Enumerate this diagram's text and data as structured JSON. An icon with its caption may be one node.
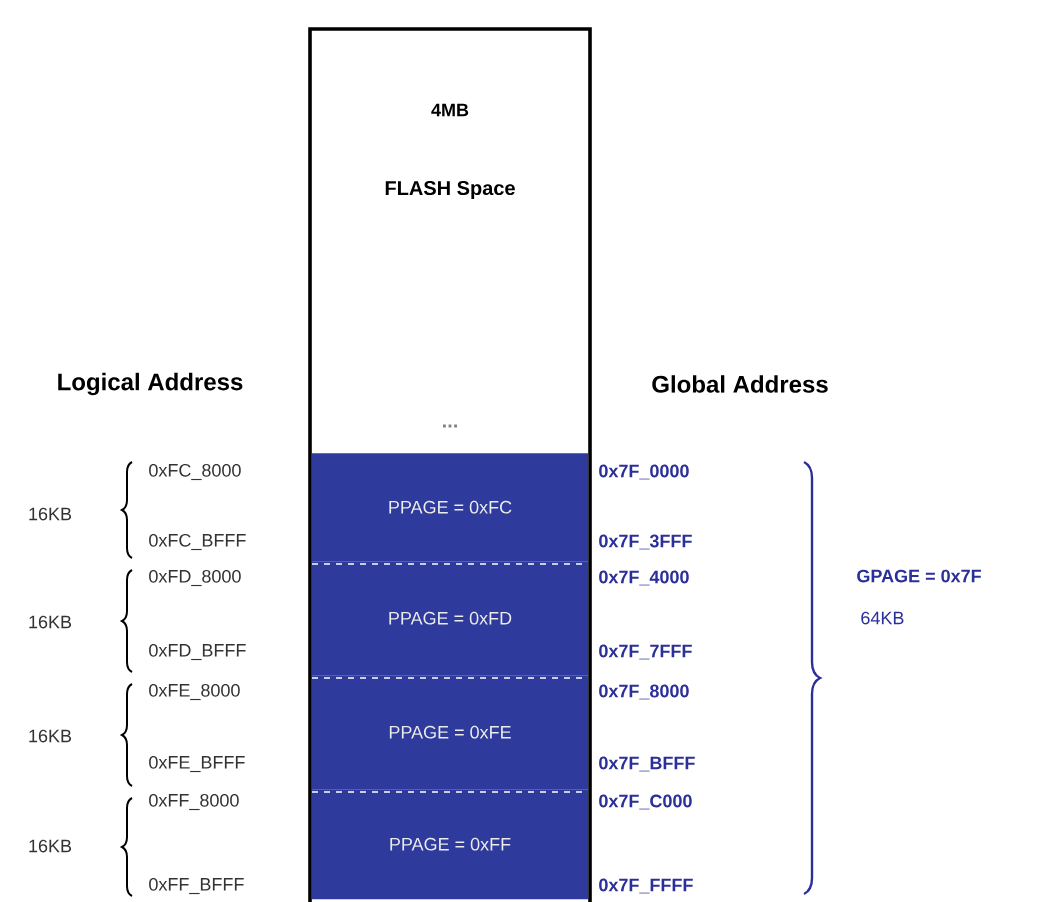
{
  "diagram": {
    "nodes": [
      {
        "text": [
          "4MB",
          "FLASH Space",
          "..."
        ]
      },
      {
        "text": [
          "PPAGE = 0xFC"
        ],
        "in": 0
      },
      {
        "text": [
          "PPAGE = 0xFD"
        ],
        "in": 0
      },
      {
        "text": [
          "PPAGE = 0xFE"
        ],
        "in": 0
      },
      {
        "text": [
          "PPAGE = 0xFF"
        ],
        "in": 0
      }
    ],
    "labels": [
      "Logical Address",
      "Global Address",
      "0xFC_8000",
      "0x7F_0000",
      "16KB",
      "0xFC_BFFF",
      "0x7F_3FFF",
      "0xFD_8000",
      "0x7F_4000",
      "GPAGE = 0x7F",
      "16KB",
      "64KB",
      "0xFD_BFFF",
      "0x7F_7FFF",
      "0xFE_8000",
      "0x7F_8000",
      "16KB",
      "0xFE_BFFF",
      "0x7F_BFFF",
      "0xFF_8000",
      "0x7F_C000",
      "16KB",
      "0xFF_BFFF",
      "0x7F_FFFF"
    ]
  }
}
